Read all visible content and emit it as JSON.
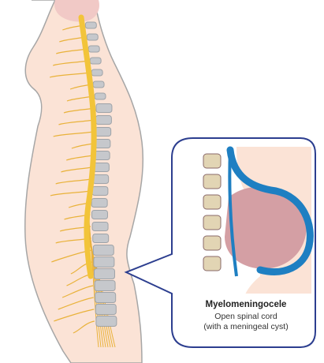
{
  "colors": {
    "skin": "#fbe3d6",
    "outline": "#a6a6a6",
    "brain": "#f1c9c6",
    "cord": "#f2c43a",
    "nerve": "#e9b23a",
    "vertebra": "#c6c8cc",
    "vertebra_dark": "#9ea3a8",
    "callout_border": "#2c3e8f",
    "sac_blue": "#1e7fc2",
    "sac_pink": "#d49fa4",
    "spine_beige": "#e2d5b4"
  },
  "callout": {
    "title": "Myelomeningocele",
    "subtitle_line1": "Open spinal cord",
    "subtitle_line2": "(with a meningeal cyst)"
  }
}
